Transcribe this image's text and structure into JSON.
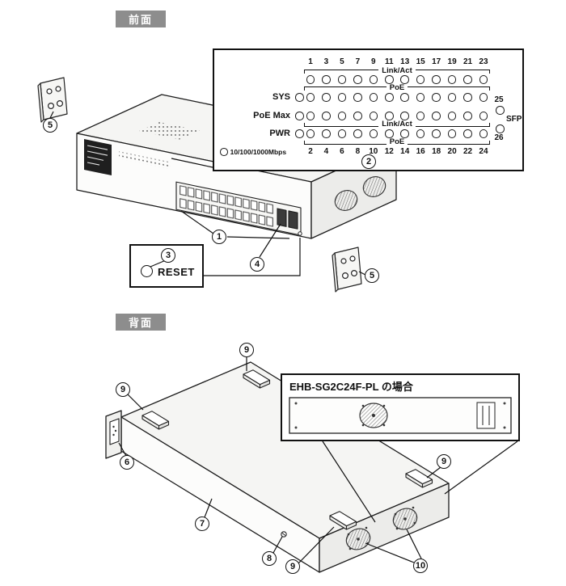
{
  "sections": {
    "front_label": "前面",
    "rear_label": "背面"
  },
  "led_panel": {
    "odd_ports": [
      "1",
      "3",
      "5",
      "7",
      "9",
      "11",
      "13",
      "15",
      "17",
      "19",
      "21",
      "23"
    ],
    "even_ports": [
      "2",
      "4",
      "6",
      "8",
      "10",
      "12",
      "14",
      "16",
      "18",
      "20",
      "22",
      "24"
    ],
    "link_act_top": "Link/Act",
    "poe_top": "PoE",
    "link_act_bottom": "Link/Act",
    "poe_bottom": "PoE",
    "status_sys": "SYS",
    "status_poe_max": "PoE Max",
    "status_pwr": "PWR",
    "sfp_25": "25",
    "sfp_label": "SFP",
    "sfp_26": "26",
    "speed_label": "10/100/1000Mbps"
  },
  "callouts": {
    "c1": "1",
    "c2": "2",
    "c3": "3",
    "c4": "4",
    "c5": "5",
    "c6": "6",
    "c7": "7",
    "c8": "8",
    "c9": "9",
    "c10": "10"
  },
  "reset": {
    "label": "RESET"
  },
  "rear_note": {
    "title": "EHB-SG2C24F-PL の場合"
  },
  "colors": {
    "line": "#1a1a1a",
    "section_label_bg": "#8d8d8d",
    "section_label_text": "#ffffff"
  }
}
